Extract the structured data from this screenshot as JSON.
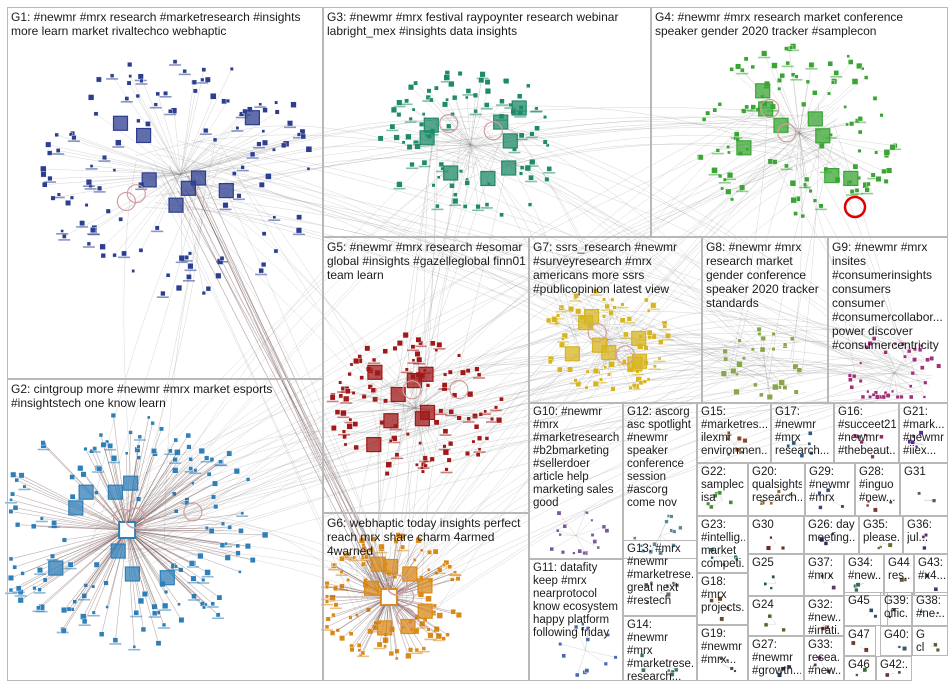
{
  "colors": {
    "background": "#ffffff",
    "border": "#b8b8b8",
    "edge": "#8a8a8a",
    "hub_edge": "#6b4a4a",
    "self_loop": "#d0a0a0",
    "red_loop": "#e00000",
    "label_text": "#1a1a1a"
  },
  "groups": [
    {
      "id": "G1",
      "label": "G1: #newmr #mrx research #marketresearch #insights\nmore learn market rivaltechco webhaptic",
      "node_color": "#2c3e8f",
      "node_count": 120,
      "spread": 0.45,
      "hub": false
    },
    {
      "id": "G3",
      "label": "G3: #newmr #mrx festival raypoynter research webinar\nlabright_mex #insights data insights",
      "node_color": "#1f8a6a",
      "node_count": 90,
      "spread": 0.4,
      "hub": false
    },
    {
      "id": "G4",
      "label": "G4: #newmr #mrx research market conference\nspeaker gender 2020 tracker #samplecon",
      "node_color": "#3aa534",
      "node_count": 110,
      "spread": 0.45,
      "hub": false
    },
    {
      "id": "G2",
      "label": "G2: cintgroup more #newmr #mrx market esports\n#insightstech one know learn",
      "node_color": "#2f7fb8",
      "node_count": 150,
      "spread": 0.46,
      "hub": true
    },
    {
      "id": "G5",
      "label": "G5: #newmr #mrx research #esomar\nglobal #insights #gazelleglobal finn01\nteam learn",
      "node_color": "#a01818",
      "node_count": 110,
      "spread": 0.42,
      "hub": false
    },
    {
      "id": "G7",
      "label": "G7: ssrs_research #newmr\n#surveyresearch #mrx\namericans more ssrs\n#publicopinion latest view",
      "node_color": "#d7b520",
      "node_count": 70,
      "spread": 0.38,
      "hub": false
    },
    {
      "id": "G8",
      "label": "G8: #newmr #mrx\nresearch market\ngender conference\nspeaker 2020 tracker\nstandards",
      "node_color": "#8aa64a",
      "node_count": 30,
      "spread": 0.35,
      "hub": false
    },
    {
      "id": "G9",
      "label": "G9: #newmr #mrx\ninsites\n#consumerinsights\nconsumers consumer\n#consumercollabor...\npower discover\n#consumercentricity",
      "node_color": "#a0307a",
      "node_count": 40,
      "spread": 0.38,
      "hub": false
    },
    {
      "id": "G6",
      "label": "G6: webhaptic today insights perfect\nreach mrx share charm 4armed\n4warned",
      "node_color": "#d98a1a",
      "node_count": 110,
      "spread": 0.44,
      "hub": true
    },
    {
      "id": "G10",
      "label": "G10: #newmr\n#mrx\n#marketresearch\n#b2bmarketing\n#sellerdoer\narticle help\nmarketing sales\ngood",
      "node_color": "#7a5a9a",
      "node_count": 18,
      "spread": 0.35,
      "hub": false
    },
    {
      "id": "G12",
      "label": "G12: ascorg\nasc spotlight\n#newmr\nspeaker\nconference\nsession\n#ascorg\ncome nov",
      "node_color": "#5a8a9a",
      "node_count": 14,
      "spread": 0.35,
      "hub": false
    },
    {
      "id": "G11",
      "label": "G11: datafity\nkeep #mrx\nnearprotocol\nknow ecosystem\nhappy platform\nfollowing friday",
      "node_color": "#4a6ab0",
      "node_count": 14,
      "spread": 0.35,
      "hub": false
    },
    {
      "id": "G13",
      "label": "G13: #mrx\n#newmr\n#marketrese...\ngreat next\n#restech",
      "node_color": "#6a6a6a",
      "node_count": 8,
      "spread": 0.3,
      "hub": false
    },
    {
      "id": "G14",
      "label": "G14: #newmr\n#mrx\n#marketrese...\nresearch...",
      "node_color": "#3a7a5a",
      "node_count": 6,
      "spread": 0.3,
      "hub": false
    },
    {
      "id": "G15",
      "label": "G15: #marketres...\nilexmr\nenvironmen...",
      "node_color": "#8a4a2a",
      "node_count": 8,
      "spread": 0.3,
      "hub": false
    },
    {
      "id": "G17",
      "label": "G17: #newmr\n#mrx\nresearch...",
      "node_color": "#2a5a8a",
      "node_count": 6,
      "spread": 0.3,
      "hub": false
    },
    {
      "id": "G16",
      "label": "G16: #succeet21\n#newmr\n#thebeaut...",
      "node_color": "#9a2a6a",
      "node_count": 6,
      "spread": 0.3,
      "hub": false
    },
    {
      "id": "G21",
      "label": "G21:\n#mark...\n#newmr\n#iiex...",
      "node_color": "#5a2a9a",
      "node_count": 5,
      "spread": 0.3,
      "hub": false
    },
    {
      "id": "G22",
      "label": "G22:\nsamplec...\nisa",
      "node_color": "#4a8a3a",
      "node_count": 6,
      "spread": 0.3,
      "hub": false
    },
    {
      "id": "G20",
      "label": "G20:\nqualsights\nresearch...",
      "node_color": "#8a6a2a",
      "node_count": 5,
      "spread": 0.3,
      "hub": false
    },
    {
      "id": "G29",
      "label": "G29:\n#newmr\n#mrx",
      "node_color": "#3a4a8a",
      "node_count": 4,
      "spread": 0.3,
      "hub": false
    },
    {
      "id": "G28",
      "label": "G28:\n#inguo\n#new...",
      "node_color": "#7a3a3a",
      "node_count": 4,
      "spread": 0.3,
      "hub": false
    },
    {
      "id": "G31",
      "label": "G31",
      "node_color": "#5a5a5a",
      "node_count": 3,
      "spread": 0.3,
      "hub": false
    },
    {
      "id": "G23",
      "label": "G23:\n#intellig...\nmarket\ncompeti...",
      "node_color": "#2a6a6a",
      "node_count": 5,
      "spread": 0.3,
      "hub": false
    },
    {
      "id": "G30",
      "label": "G30",
      "node_color": "#6a2a2a",
      "node_count": 3,
      "spread": 0.3,
      "hub": false
    },
    {
      "id": "G26",
      "label": "G26: day\nmeeting...",
      "node_color": "#2a2a6a",
      "node_count": 3,
      "spread": 0.3,
      "hub": false
    },
    {
      "id": "G35",
      "label": "G35:\nplease...",
      "node_color": "#6a6a2a",
      "node_count": 3,
      "spread": 0.3,
      "hub": false
    },
    {
      "id": "G36",
      "label": "G36:\njul...",
      "node_color": "#4a2a6a",
      "node_count": 3,
      "spread": 0.3,
      "hub": false
    },
    {
      "id": "G18",
      "label": "G18:\n#mrx\nprojects...",
      "node_color": "#6a4a2a",
      "node_count": 4,
      "spread": 0.3,
      "hub": false
    },
    {
      "id": "G25",
      "label": "G25",
      "node_color": "#2a5a3a",
      "node_count": 3,
      "spread": 0.3,
      "hub": false
    },
    {
      "id": "G37",
      "label": "G37:\n#mrx",
      "node_color": "#5a3a6a",
      "node_count": 3,
      "spread": 0.3,
      "hub": false
    },
    {
      "id": "G34",
      "label": "G34:\n#new...",
      "node_color": "#3a6a5a",
      "node_count": 3,
      "spread": 0.3,
      "hub": false
    },
    {
      "id": "G44",
      "label": "G44:\nres...",
      "node_color": "#6a5a3a",
      "node_count": 2,
      "spread": 0.3,
      "hub": false
    },
    {
      "id": "G43",
      "label": "G43:\n#x4...",
      "node_color": "#3a3a5a",
      "node_count": 2,
      "spread": 0.3,
      "hub": false
    },
    {
      "id": "G24",
      "label": "G24",
      "node_color": "#4a6a2a",
      "node_count": 3,
      "spread": 0.3,
      "hub": false
    },
    {
      "id": "G32",
      "label": "G32:\n#new...\n#irrati...",
      "node_color": "#8a2a2a",
      "node_count": 3,
      "spread": 0.3,
      "hub": false
    },
    {
      "id": "G45",
      "label": "G45",
      "node_color": "#2a4a6a",
      "node_count": 2,
      "spread": 0.3,
      "hub": false
    },
    {
      "id": "G39",
      "label": "G39:\noffic...",
      "node_color": "#5a2a4a",
      "node_count": 2,
      "spread": 0.3,
      "hub": false
    },
    {
      "id": "G38",
      "label": "G38:\n#ne...",
      "node_color": "#2a6a4a",
      "node_count": 2,
      "spread": 0.3,
      "hub": false
    },
    {
      "id": "G19",
      "label": "G19:\n#newmr\n#mrx...",
      "node_color": "#4a4a4a",
      "node_count": 4,
      "spread": 0.3,
      "hub": false
    },
    {
      "id": "G47",
      "label": "G47",
      "node_color": "#6a3a2a",
      "node_count": 2,
      "spread": 0.3,
      "hub": false
    },
    {
      "id": "G40",
      "label": "G40:...",
      "node_color": "#3a5a6a",
      "node_count": 2,
      "spread": 0.3,
      "hub": false
    },
    {
      "id": "G41",
      "label": "G\ncl",
      "node_color": "#5a5a2a",
      "node_count": 2,
      "spread": 0.3,
      "hub": false
    },
    {
      "id": "G27",
      "label": "G27:\n#newmr\n#growth...",
      "node_color": "#2a3a5a",
      "node_count": 3,
      "spread": 0.3,
      "hub": false
    },
    {
      "id": "G33",
      "label": "G33:\nresea...\n#new...",
      "node_color": "#6a2a5a",
      "node_count": 3,
      "spread": 0.3,
      "hub": false
    },
    {
      "id": "G46",
      "label": "G46",
      "node_color": "#3a6a3a",
      "node_count": 2,
      "spread": 0.3,
      "hub": false
    },
    {
      "id": "G42",
      "label": "G42:...",
      "node_color": "#5a3a3a",
      "node_count": 2,
      "spread": 0.3,
      "hub": false
    }
  ]
}
